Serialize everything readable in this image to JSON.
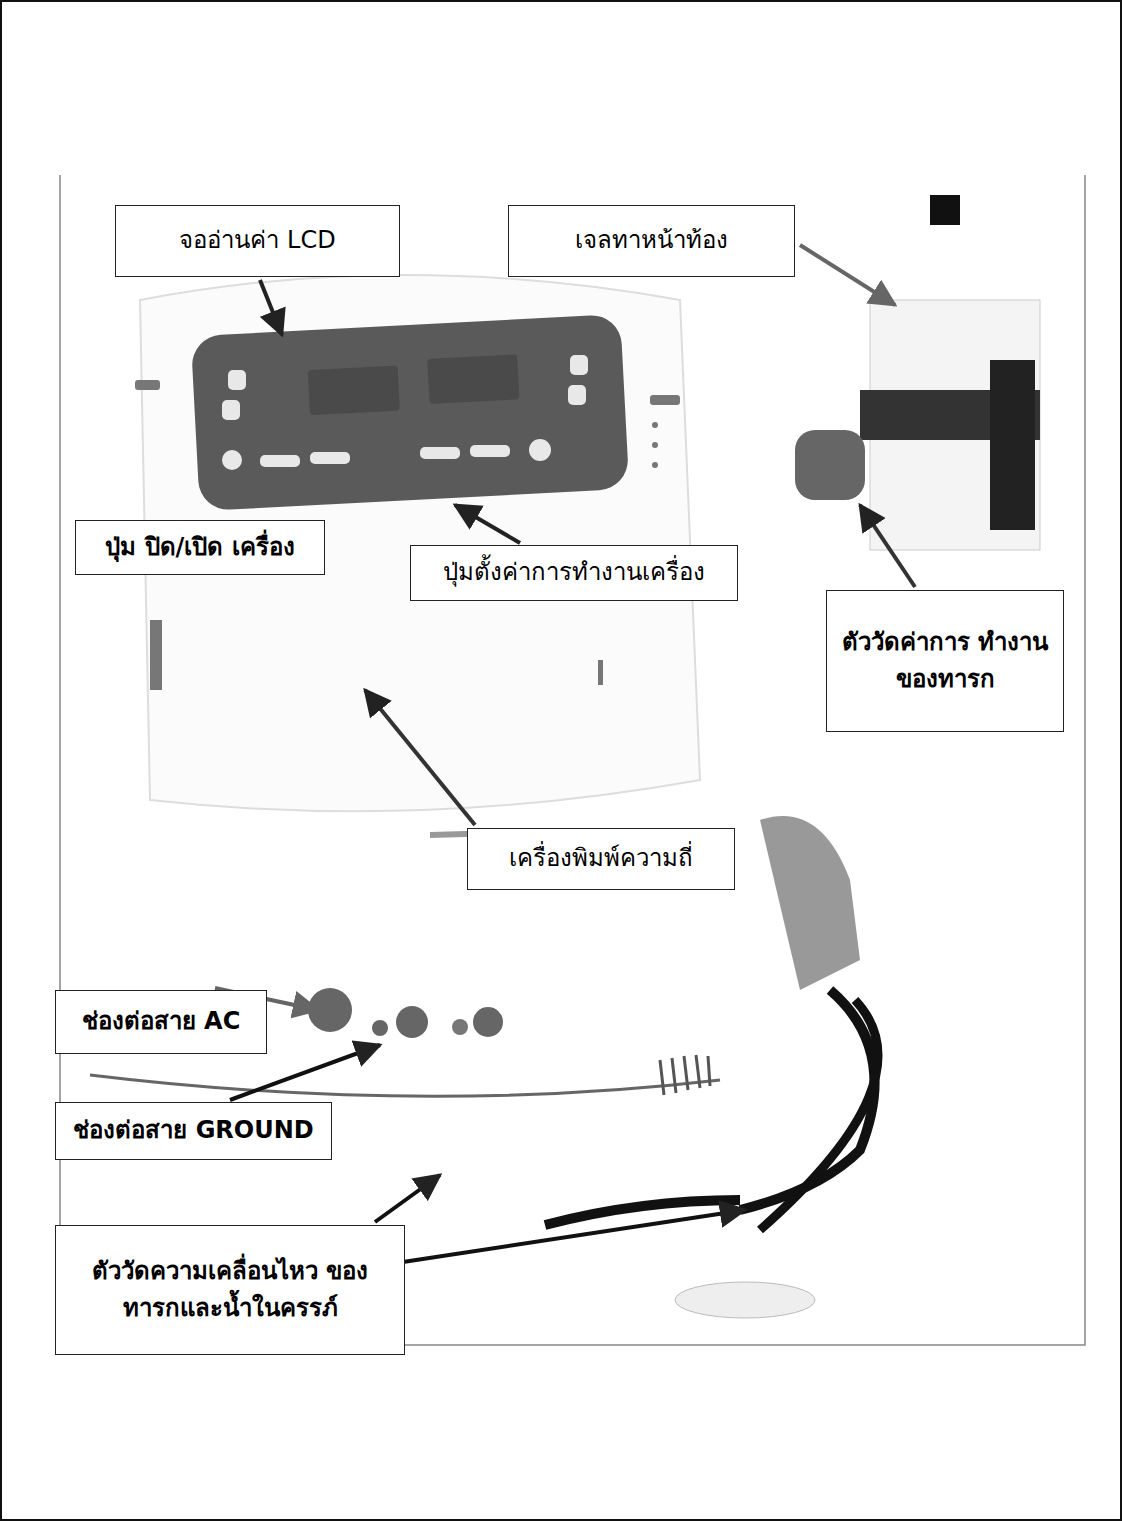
{
  "diagram": {
    "nodes": [
      {
        "text": [
          "จออ่านค่า LCD"
        ]
      },
      {
        "text": [
          "เจลทาหน้าท้อง"
        ]
      },
      {
        "text": [
          "ปุ่ม ปิด/เปิด เครื่อง"
        ]
      },
      {
        "text": [
          "ปุ่มตั้งค่าการทำงานเครื่อง"
        ]
      },
      {
        "text": [
          "ตัววัดค่าการ ทำงานของทารก"
        ]
      },
      {
        "text": [
          "เครื่องพิมพ์ความถี่"
        ]
      },
      {
        "text": [
          "ช่องต่อสาย AC"
        ]
      },
      {
        "text": [
          "ช่องต่อสาย GROUND"
        ]
      },
      {
        "text": [
          "ตัววัดความเคลื่อนไหว ของทารกและน้ำในครรภ์"
        ]
      }
    ]
  }
}
